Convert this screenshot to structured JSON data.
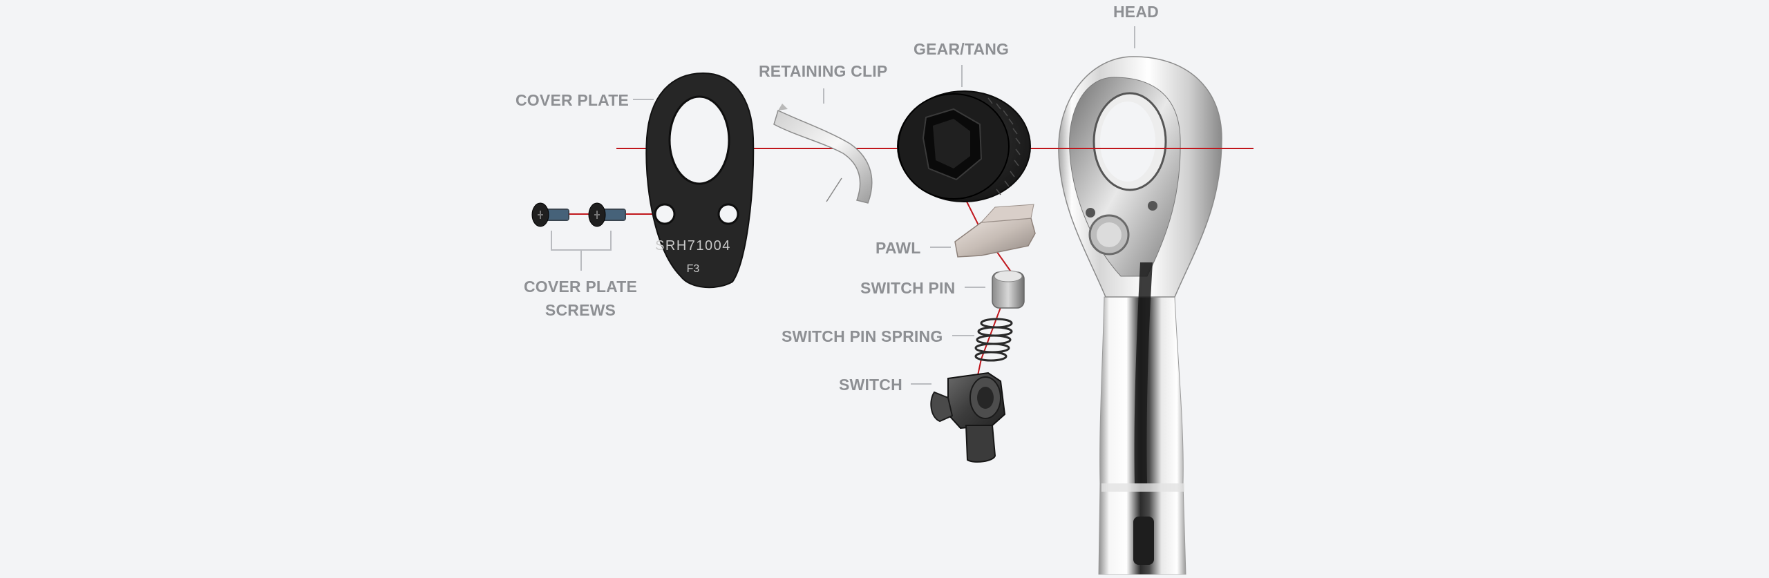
{
  "diagram": {
    "labels": {
      "head": "HEAD",
      "gear_tang": "GEAR/TANG",
      "retaining_clip": "RETAINING CLIP",
      "cover_plate": "COVER PLATE",
      "cover_plate_screws_line1": "COVER PLATE",
      "cover_plate_screws_line2": "SCREWS",
      "pawl": "PAWL",
      "switch_pin": "SWITCH PIN",
      "switch_pin_spring": "SWITCH PIN SPRING",
      "switch": "SWITCH"
    },
    "plate_engraving": {
      "part_number": "SRH71004",
      "code": "F3"
    },
    "colors": {
      "background": "#f3f4f6",
      "label_text": "#8d8f93",
      "leader_line": "#b9bbbf",
      "axis_line": "#c0161c",
      "black_part": "#242424",
      "chrome": "#d8d8d8"
    }
  }
}
